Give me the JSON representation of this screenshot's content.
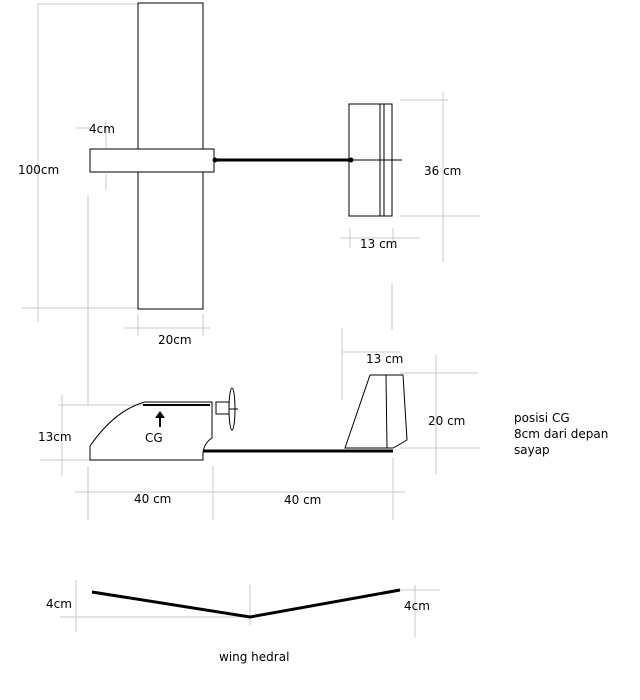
{
  "top_view": {
    "wingspan_label": "100cm",
    "fuselage_width_label": "4cm",
    "wing_chord_label": "20cm",
    "stab_span_label": "36 cm",
    "stab_chord_label": "13 cm"
  },
  "side_view": {
    "fuselage_height_label": "13cm",
    "cg_label": "CG",
    "fin_top_label": "13 cm",
    "fin_height_label": "20 cm",
    "front_length_label": "40 cm",
    "boom_length_label": "40 cm"
  },
  "cg_note": {
    "line1": "posisi CG",
    "line2": "8cm dari depan",
    "line3": "sayap"
  },
  "front_view": {
    "left_tip_label": "4cm",
    "right_tip_label": "4cm",
    "caption": "wing hedral"
  },
  "colors": {
    "line": "#000000",
    "dim": "#c8c8c8"
  }
}
